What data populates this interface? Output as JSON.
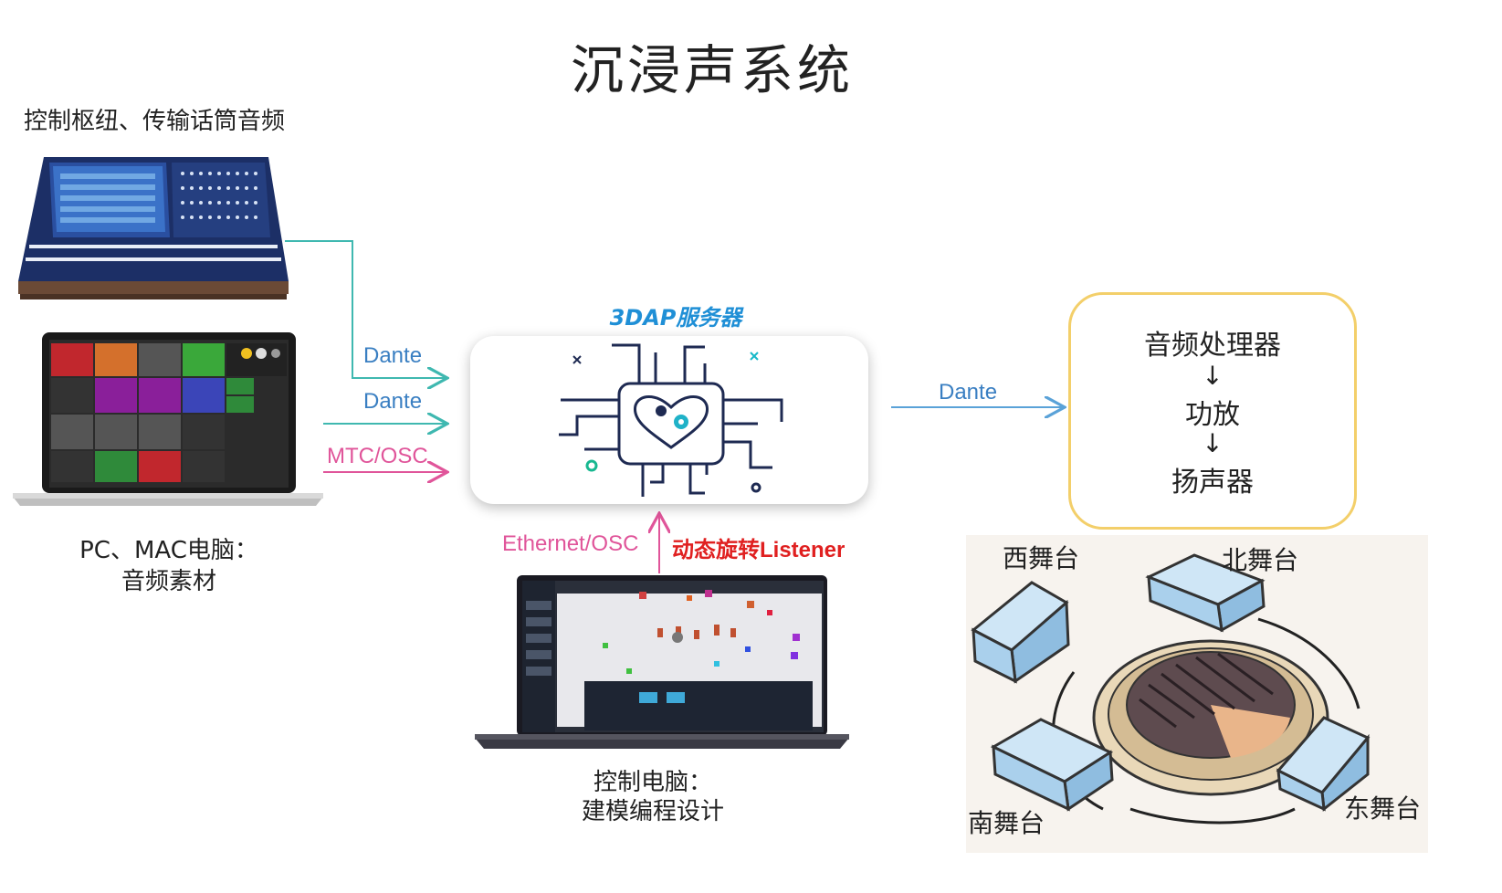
{
  "title": "沉浸声系统",
  "console": {
    "label": "控制枢纽、传输话筒音频"
  },
  "pc": {
    "label_line1": "PC、MAC电脑：",
    "label_line2": "音频素材"
  },
  "server": {
    "title": "3DAP服务器"
  },
  "control_pc": {
    "label_line1": "控制电脑：",
    "label_line2": "建模编程设计"
  },
  "connections": {
    "dante_1": "Dante",
    "dante_2": "Dante",
    "mtc_osc": "MTC/OSC",
    "ethernet_osc": "Ethernet/OSC",
    "listener": "动态旋转Listener",
    "dante_out": "Dante"
  },
  "processor": {
    "line1": "音频处理器",
    "line2": "功放",
    "line3": "扬声器",
    "arrow": "↓"
  },
  "stages": {
    "west": "西舞台",
    "north": "北舞台",
    "south": "南舞台",
    "east": "东舞台"
  },
  "colors": {
    "teal": "#3fb8b0",
    "pink": "#e0559a",
    "blue_line": "#5aa2d8",
    "red": "#e02020",
    "server_blue": "#1f8fd6",
    "yellow_border": "#f3cf6a",
    "stage_blue": "#aad0ec"
  },
  "icons": {
    "console": "audio-mixing-console-icon",
    "laptop": "laptop-icon",
    "chip": "chip-heart-icon",
    "stadium": "stadium-icon"
  }
}
